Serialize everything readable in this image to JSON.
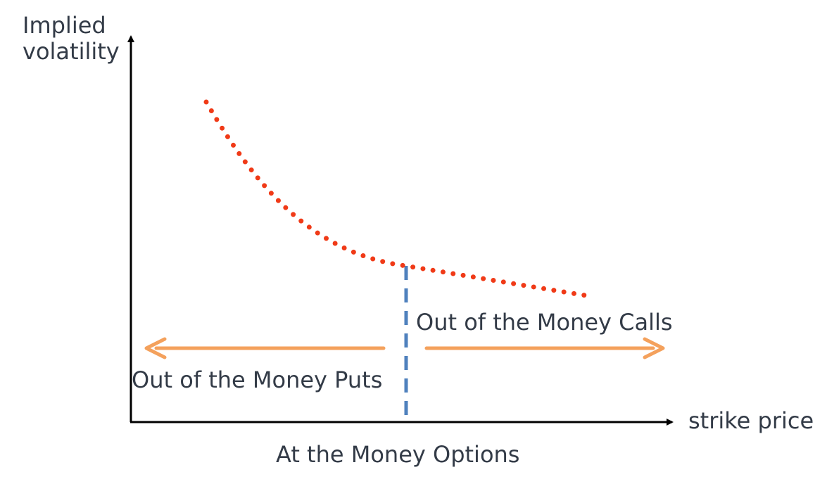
{
  "axes": {
    "y_label_line1": "Implied",
    "y_label_line2": "volatility",
    "x_label": "strike price"
  },
  "annotations": {
    "at_the_money": "At the Money Options",
    "out_calls": "Out of the Money Calls",
    "out_puts": "Out of the Money Puts"
  },
  "colors": {
    "curve": "#f03a17",
    "arrows": "#f4a15c",
    "atm_line": "#4f81bd",
    "axis": "#000000"
  }
}
